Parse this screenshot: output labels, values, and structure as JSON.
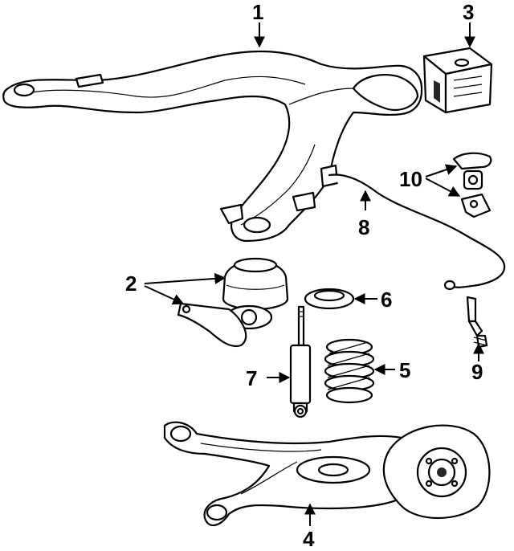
{
  "diagram": {
    "callouts": [
      {
        "id": "1",
        "label": "1"
      },
      {
        "id": "2",
        "label": "2"
      },
      {
        "id": "3",
        "label": "3"
      },
      {
        "id": "4",
        "label": "4"
      },
      {
        "id": "5",
        "label": "5"
      },
      {
        "id": "6",
        "label": "6"
      },
      {
        "id": "7",
        "label": "7"
      },
      {
        "id": "8",
        "label": "8"
      },
      {
        "id": "9",
        "label": "9"
      },
      {
        "id": "10",
        "label": "10"
      }
    ]
  },
  "colors": {
    "line": "#000000",
    "background": "#ffffff"
  }
}
